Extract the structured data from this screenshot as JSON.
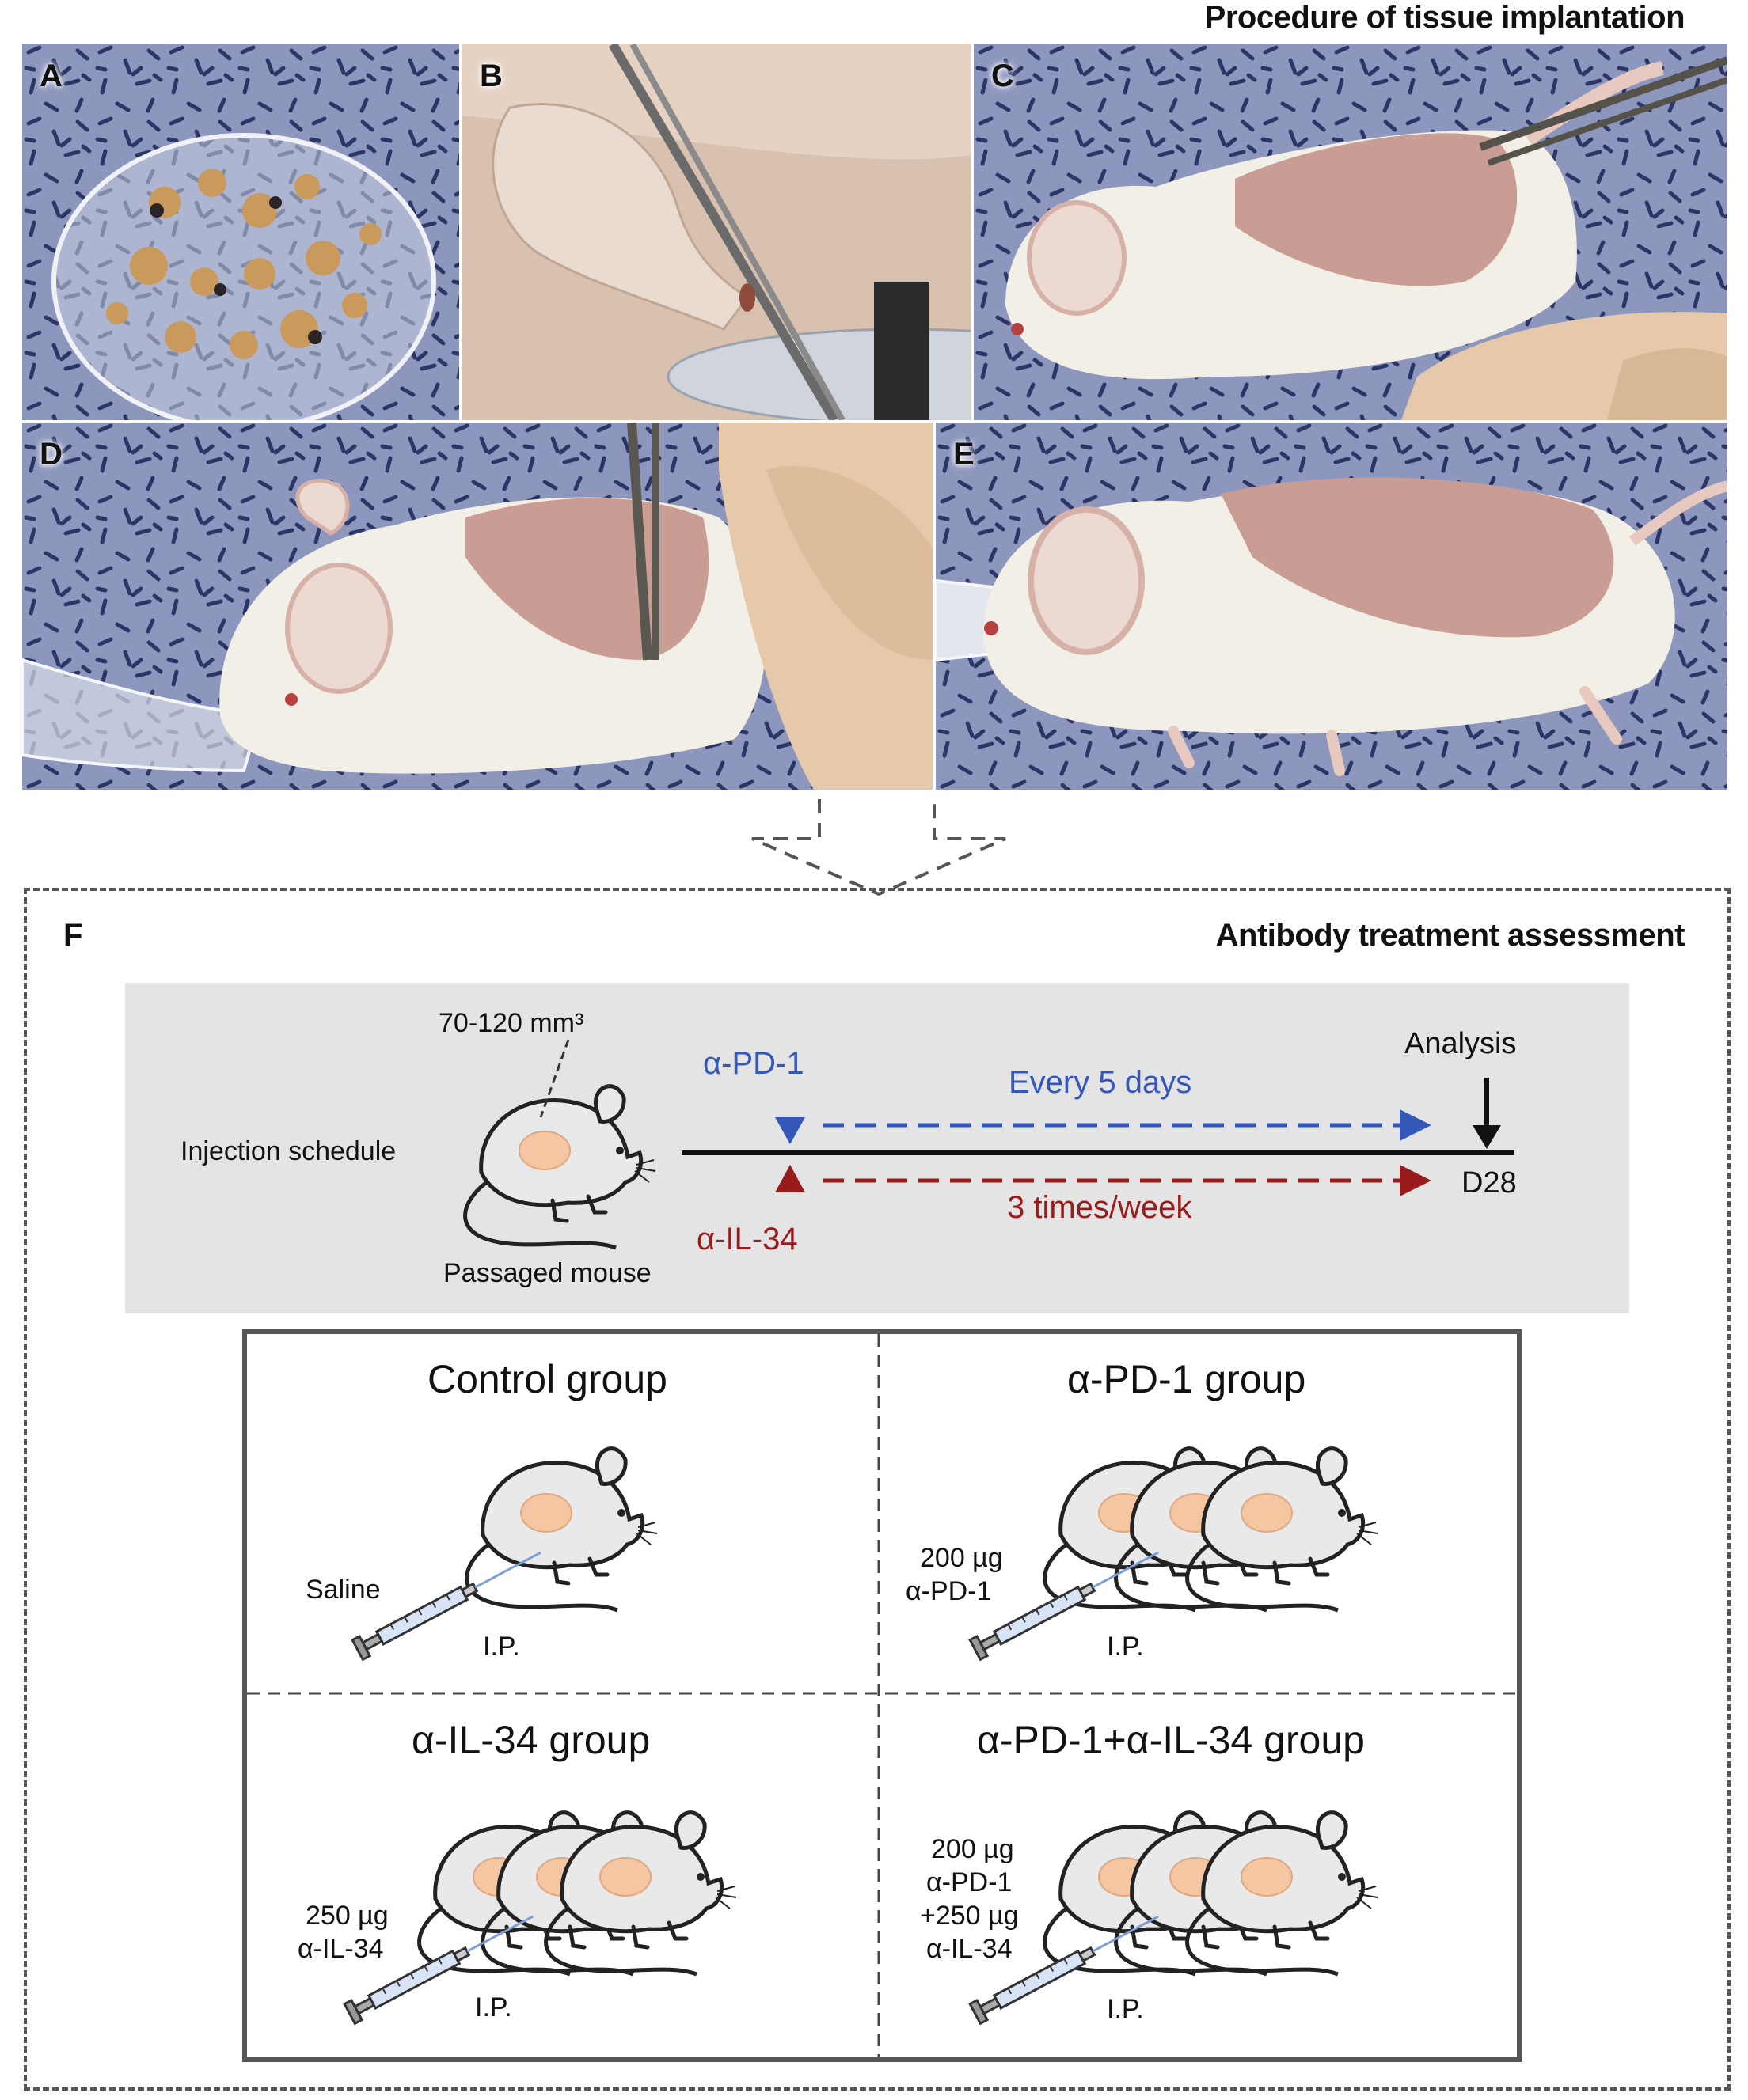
{
  "header": {
    "title": "Procedure of tissue implantation"
  },
  "photos": [
    {
      "letter": "A"
    },
    {
      "letter": "B"
    },
    {
      "letter": "C"
    },
    {
      "letter": "D"
    },
    {
      "letter": "E"
    }
  ],
  "panel_f": {
    "letter": "F",
    "title": "Antibody treatment assessment",
    "schedule": {
      "tumor_volume": "70-120 mm³",
      "row_label": "Injection schedule",
      "mouse_label": "Passaged mouse",
      "pd1_label": "α-PD-1",
      "pd1_freq": "Every 5 days",
      "il34_label": "α-IL-34",
      "il34_freq": "3 times/week",
      "analysis_label": "Analysis",
      "end_label": "D28",
      "colors": {
        "pd1": "#3557b8",
        "il34": "#9a1b1b",
        "box": "#e4e4e4"
      }
    },
    "groups": [
      {
        "title": "Control group",
        "dose_lines": [
          "Saline"
        ],
        "route": "I.P."
      },
      {
        "title": "α-PD-1 group",
        "dose_lines": [
          "200 µg",
          "α-PD-1"
        ],
        "route": "I.P."
      },
      {
        "title": "α-IL-34 group",
        "dose_lines": [
          "250 µg",
          "α-IL-34"
        ],
        "route": "I.P."
      },
      {
        "title": "α-PD-1+α-IL-34 group",
        "dose_lines": [
          "200 µg",
          "α-PD-1",
          "+250 µg",
          "α-IL-34"
        ],
        "route": "I.P."
      }
    ]
  }
}
